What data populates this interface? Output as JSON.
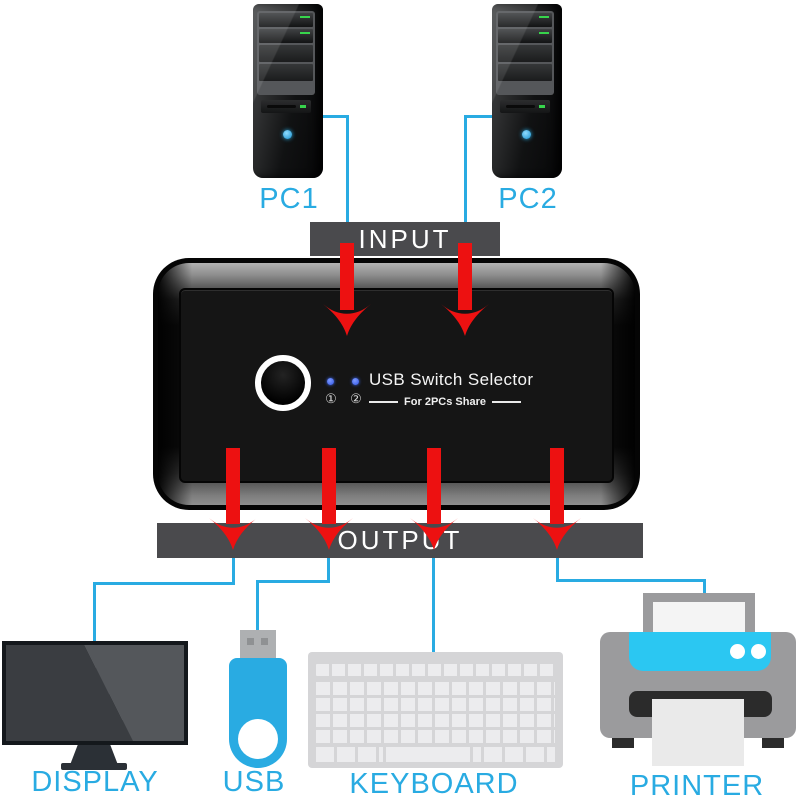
{
  "banners": {
    "input": "INPUT",
    "output": "OUTPUT"
  },
  "switch": {
    "title": "USB Switch Selector",
    "subtitle": "For 2PCs Share",
    "port1": "①",
    "port2": "②"
  },
  "inputs": [
    {
      "label": "PC1"
    },
    {
      "label": "PC2"
    }
  ],
  "outputs": [
    {
      "label": "DISPLAY"
    },
    {
      "label": "USB"
    },
    {
      "label": "KEYBOARD"
    },
    {
      "label": "PRINTER"
    }
  ],
  "colors": {
    "accent_cyan": "#29ABE2",
    "arrow_red": "#ED1111",
    "banner_gray": "#4A4A4D",
    "printer_cyan": "#2BC7F2",
    "usb_drive_blue": "#29ABE2",
    "port_led_blue": "#3D6BFF",
    "tower_led_green": "#37D44C"
  }
}
